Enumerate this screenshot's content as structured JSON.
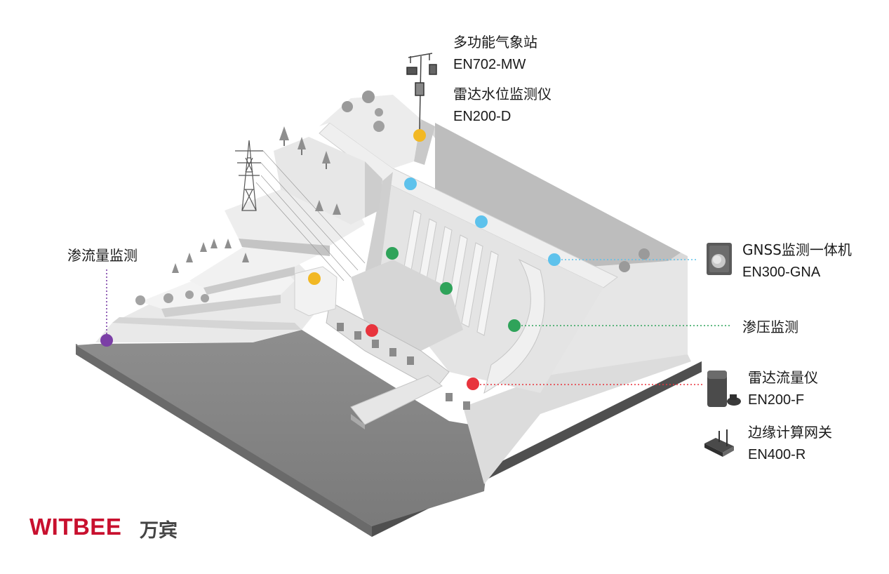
{
  "colors": {
    "yellow": "#f2b824",
    "blue": "#5ec2ec",
    "green": "#2fa35a",
    "red": "#e8343d",
    "purple": "#7b3fa6",
    "brand": "#c8102e"
  },
  "labels": {
    "weather_station": {
      "name": "多功能气象站",
      "model": "EN702-MW"
    },
    "radar_level": {
      "name": "雷达水位监测仪",
      "model": "EN200-D"
    },
    "gnss": {
      "name": "GNSS监测一体机",
      "model": "EN300-GNA"
    },
    "seepage_pressure": {
      "name": "渗压监测"
    },
    "radar_flow": {
      "name": "雷达流量仪",
      "model": "EN200-F"
    },
    "edge_gateway": {
      "name": "边缘计算网关",
      "model": "EN400-R"
    },
    "seepage_flow": {
      "name": "渗流量监测"
    }
  },
  "brand": {
    "name": "WITBEE",
    "name_cn": "万宾"
  },
  "icons": [
    "weather-station-icon",
    "gnss-device-icon",
    "radar-flow-meter-icon",
    "edge-gateway-icon",
    "power-tower-icon"
  ],
  "markers": [
    {
      "id": "yellow-marker-top",
      "color": "yellow"
    },
    {
      "id": "yellow-marker-house",
      "color": "yellow"
    },
    {
      "id": "blue-marker-1",
      "color": "blue"
    },
    {
      "id": "blue-marker-2",
      "color": "blue"
    },
    {
      "id": "blue-marker-3",
      "color": "blue"
    },
    {
      "id": "green-marker-1",
      "color": "green"
    },
    {
      "id": "green-marker-2",
      "color": "green"
    },
    {
      "id": "green-marker-3",
      "color": "green"
    },
    {
      "id": "red-marker-1",
      "color": "red"
    },
    {
      "id": "red-marker-2",
      "color": "red"
    },
    {
      "id": "purple-marker",
      "color": "purple"
    }
  ]
}
